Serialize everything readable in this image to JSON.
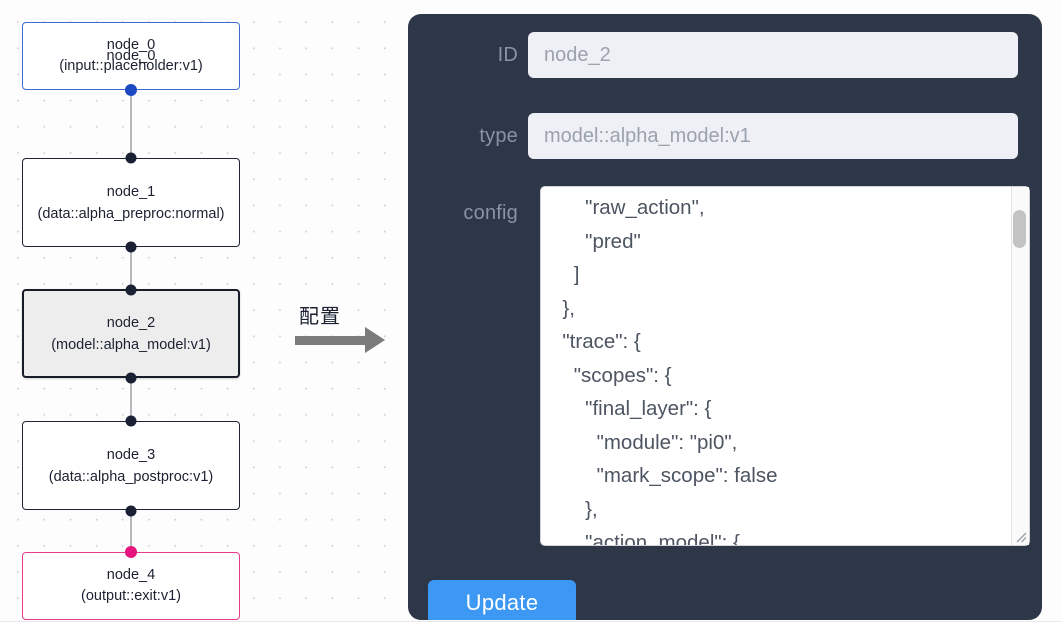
{
  "canvas": {
    "grid": "dotted",
    "background_color": "#fdfdfe"
  },
  "flow": {
    "nodes": [
      {
        "id": "node_0",
        "title": "node_0",
        "subtitle": "(input::placeholder:v1)",
        "kind": "input",
        "border_color": "#3c6bd0",
        "selected": false
      },
      {
        "id": "node_1",
        "title": "node_1",
        "subtitle": "(data::alpha_preproc:normal)",
        "subtitle_wrapped": "(data::alpha_preproc:n\normal)",
        "kind": "data",
        "border_color": "#1e2433",
        "selected": false
      },
      {
        "id": "node_2",
        "title": "node_2",
        "subtitle": "(model::alpha_model:v1)",
        "subtitle_wrapped": "(model::alpha_model:v1\n)",
        "kind": "model",
        "border_color": "#171c28",
        "selected": true
      },
      {
        "id": "node_3",
        "title": "node_3",
        "subtitle": "(data::alpha_postproc:v1)",
        "subtitle_wrapped": "(data::alpha_postproc:\nv1)",
        "kind": "data",
        "border_color": "#1e2433",
        "selected": false
      },
      {
        "id": "node_4",
        "title": "node_4",
        "subtitle": "(output::exit:v1)",
        "kind": "output",
        "border_color": "#e63b8c",
        "selected": false
      }
    ],
    "edges": [
      {
        "from": "node_0",
        "to": "node_1"
      },
      {
        "from": "node_1",
        "to": "node_2"
      },
      {
        "from": "node_2",
        "to": "node_3"
      },
      {
        "from": "node_3",
        "to": "node_4"
      }
    ]
  },
  "transition": {
    "caption": "配置",
    "arrow_color": "#7b7b7b"
  },
  "panel": {
    "background_color": "#2e3748",
    "fields": [
      {
        "label": "ID",
        "value": "node_2"
      },
      {
        "label": "type",
        "value": "model::alpha_model:v1"
      },
      {
        "label": "config",
        "value": ""
      }
    ],
    "id_label": "ID",
    "id_value": "node_2",
    "type_label": "type",
    "type_value": "model::alpha_model:v1",
    "config_label": "config",
    "config_value": "      \"raw_action\",\n      \"pred\"\n    ]\n  },\n  \"trace\": {\n    \"scopes\": {\n      \"final_layer\": {\n        \"module\": \"pi0\",\n        \"mark_scope\": false\n      },\n      \"action_model\": {",
    "scrollbar": {
      "visible": true,
      "thumb_position": "near-top"
    },
    "update_button": {
      "label": "Update",
      "color": "#3d98f4",
      "text_color": "#ffffff"
    }
  }
}
